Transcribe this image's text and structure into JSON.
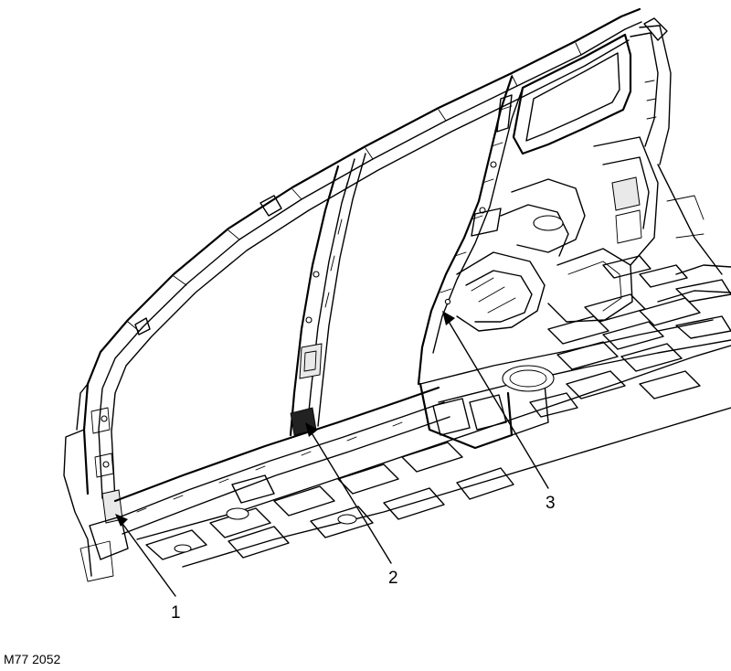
{
  "callouts": [
    {
      "label": "1"
    },
    {
      "label": "2"
    },
    {
      "label": "3"
    }
  ],
  "figure_code": "M77 2052"
}
